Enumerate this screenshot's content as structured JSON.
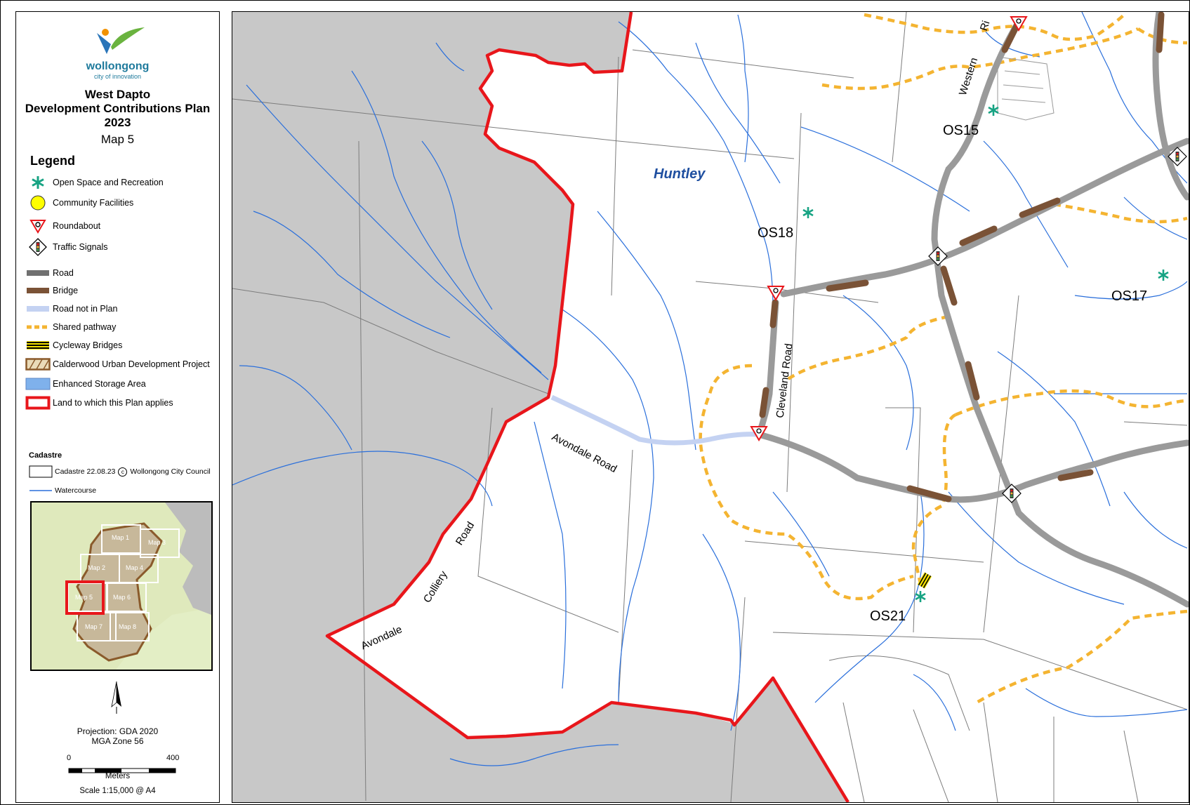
{
  "logo": {
    "name": "wollongong",
    "tagline": "city of innovation"
  },
  "title": {
    "line1": "West Dapto",
    "line2": "Development Contributions Plan",
    "line3": "2023",
    "map": "Map 5"
  },
  "legend": {
    "heading": "Legend",
    "items": [
      {
        "label": "Open Space and Recreation",
        "icon": "asterisk-icon"
      },
      {
        "label": "Community Facilities",
        "icon": "yellow-circle-icon"
      },
      {
        "label": "Roundabout",
        "icon": "roundabout-triangle-icon"
      },
      {
        "label": "Traffic Signals",
        "icon": "traffic-signal-icon"
      },
      {
        "label": "Road",
        "icon": "road-line-icon"
      },
      {
        "label": "Bridge",
        "icon": "bridge-line-icon"
      },
      {
        "label": "Road not in Plan",
        "icon": "road-not-in-plan-icon"
      },
      {
        "label": "Shared pathway",
        "icon": "dashed-path-icon"
      },
      {
        "label": "Cycleway Bridges",
        "icon": "cycleway-bridge-icon"
      },
      {
        "label": "Calderwood Urban Development Project",
        "icon": "hatched-box-icon"
      },
      {
        "label": "Enhanced Storage Area",
        "icon": "blue-box-icon"
      },
      {
        "label": "Land to which this Plan applies",
        "icon": "red-outline-box-icon"
      }
    ],
    "cadastre_heading": "Cadastre",
    "cadastre_label": "Cadastre 22.08.23",
    "cadastre_credit": "Wollongong City Council",
    "watercourse_label": "Watercourse"
  },
  "inset": {
    "maps": [
      "Map 1",
      "Map 3",
      "Map 2",
      "Map 4",
      "Map 5",
      "Map 6",
      "Map 7",
      "Map 8"
    ]
  },
  "projection": {
    "line1": "Projection: GDA 2020",
    "line2": "MGA Zone 56"
  },
  "scale": {
    "start": "0",
    "end": "400",
    "unit": "Meters",
    "text": "Scale 1:15,000 @ A4"
  },
  "map_labels": {
    "huntley": "Huntley",
    "os15": "OS15",
    "os17": "OS17",
    "os18": "OS18",
    "os21": "OS21",
    "western": "Western",
    "ri": "Ri",
    "cleveland": "Cleveland Road",
    "avondale_road": "Avondale Road",
    "road": "Road",
    "colliery": "Colliery",
    "avondale": "Avondale"
  },
  "colors": {
    "boundary": "#e8161b",
    "road": "#8c8c8c",
    "bridge": "#7a5236",
    "path": "#f4b431",
    "water": "#2a6fdb",
    "outside": "#c8c8c8",
    "openspace": "#17a383",
    "roadNotInPlan": "#c4d2f2"
  }
}
